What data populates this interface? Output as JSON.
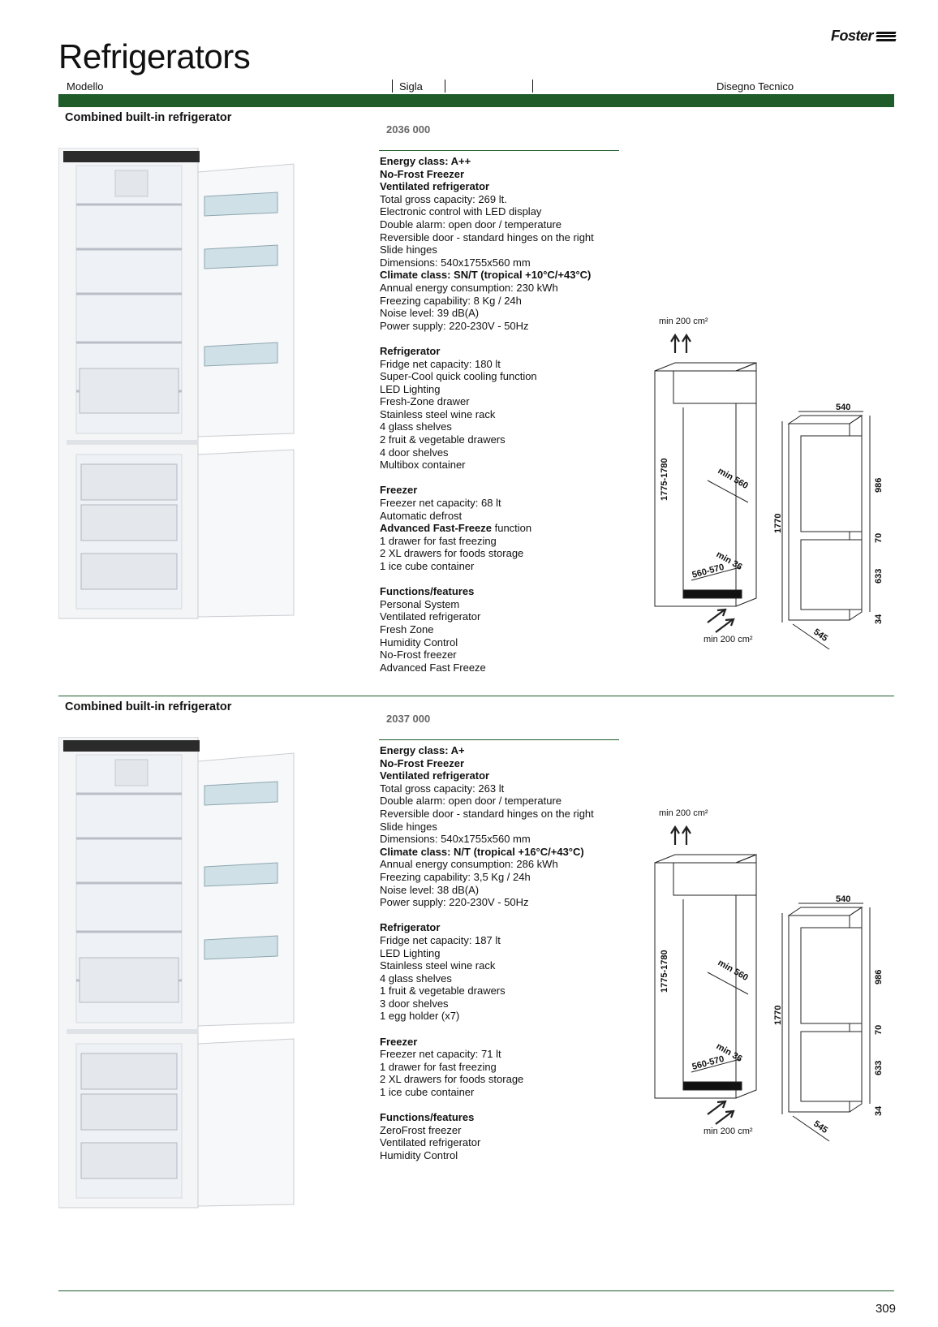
{
  "header": {
    "brand": "Foster",
    "title": "Refrigerators",
    "columns": {
      "modello": "Modello",
      "sigla": "Sigla",
      "disegno": "Disegno Tecnico"
    }
  },
  "products": [
    {
      "title": "Combined built-in refrigerator",
      "code": "2036 000",
      "specs": [
        {
          "text": "Energy class: A++",
          "bold": true
        },
        {
          "text": "No-Frost Freezer",
          "bold": true
        },
        {
          "text": "Ventilated refrigerator",
          "bold": true
        },
        {
          "text": "Total gross capacity: 269 lt."
        },
        {
          "text": "Electronic control with LED display"
        },
        {
          "text": "Double alarm: open door / temperature"
        },
        {
          "text": "Reversible door - standard hinges on the right"
        },
        {
          "text": "Slide hinges"
        },
        {
          "text": "Dimensions: 540x1755x560 mm"
        },
        {
          "text": "Climate class: SN/T (tropical +10°C/+43°C)",
          "bold": true
        },
        {
          "text": "Annual energy consumption: 230 kWh"
        },
        {
          "text": "Freezing capability: 8 Kg / 24h"
        },
        {
          "text": "Noise level: 39 dB(A)"
        },
        {
          "text": "Power supply: 220-230V - 50Hz"
        },
        {
          "text": ""
        },
        {
          "text": "Refrigerator",
          "bold": true
        },
        {
          "text": "Fridge net capacity: 180 lt"
        },
        {
          "text": "Super-Cool quick cooling function"
        },
        {
          "text": "LED Lighting"
        },
        {
          "text": "Fresh-Zone drawer"
        },
        {
          "text": "Stainless steel wine rack"
        },
        {
          "text": "4 glass shelves"
        },
        {
          "text": "2 fruit & vegetable drawers"
        },
        {
          "text": "4 door shelves"
        },
        {
          "text": "Multibox container"
        },
        {
          "text": ""
        },
        {
          "text": "Freezer",
          "bold": true
        },
        {
          "text": "Freezer net capacity: 68 lt"
        },
        {
          "text": "Automatic defrost"
        },
        {
          "parts": [
            {
              "text": "Advanced Fast-Freeze",
              "bold": true
            },
            {
              "text": " function"
            }
          ]
        },
        {
          "text": "1 drawer for fast freezing"
        },
        {
          "text": "2 XL drawers for foods storage"
        },
        {
          "text": "1 ice cube container"
        },
        {
          "text": ""
        },
        {
          "text": "Functions/features",
          "bold": true
        },
        {
          "text": "Personal System"
        },
        {
          "text": "Ventilated refrigerator"
        },
        {
          "text": "Fresh Zone"
        },
        {
          "text": "Humidity Control"
        },
        {
          "text": "No-Frost freezer"
        },
        {
          "text": "Advanced Fast Freeze"
        }
      ],
      "diagram": {
        "air_top": "min 200 cm²",
        "air_bottom": "min 200 cm²",
        "niche_height": "1775-1780",
        "niche_depth": "min 560",
        "gap": "min 36",
        "niche_width": "560-570",
        "unit_width": "540",
        "unit_height": "1770",
        "upper_door": "986",
        "mid_gap": "70",
        "lower_door": "633",
        "base": "34",
        "unit_depth": "545"
      }
    },
    {
      "title": "Combined built-in refrigerator",
      "code": "2037 000",
      "specs": [
        {
          "text": "Energy class: A+",
          "bold": true
        },
        {
          "text": "No-Frost Freezer",
          "bold": true
        },
        {
          "text": "Ventilated refrigerator",
          "bold": true
        },
        {
          "text": "Total gross capacity: 263 lt"
        },
        {
          "text": "Double alarm: open door / temperature"
        },
        {
          "text": "Reversible door - standard hinges on the right"
        },
        {
          "text": "Slide hinges"
        },
        {
          "text": "Dimensions: 540x1755x560 mm"
        },
        {
          "text": "Climate class: N/T (tropical +16°C/+43°C)",
          "bold": true
        },
        {
          "text": "Annual energy consumption: 286 kWh"
        },
        {
          "text": "Freezing capability: 3,5 Kg / 24h"
        },
        {
          "text": "Noise level: 38 dB(A)"
        },
        {
          "text": "Power supply: 220-230V - 50Hz"
        },
        {
          "text": ""
        },
        {
          "text": "Refrigerator",
          "bold": true
        },
        {
          "text": "Fridge net capacity: 187 lt"
        },
        {
          "text": "LED Lighting"
        },
        {
          "text": "Stainless steel wine rack"
        },
        {
          "text": "4 glass shelves"
        },
        {
          "text": "1 fruit & vegetable drawers"
        },
        {
          "text": "3 door shelves"
        },
        {
          "text": "1 egg holder (x7)"
        },
        {
          "text": ""
        },
        {
          "text": "Freezer",
          "bold": true
        },
        {
          "text": "Freezer net capacity: 71 lt"
        },
        {
          "text": "1 drawer for fast freezing"
        },
        {
          "text": "2 XL drawers for foods storage"
        },
        {
          "text": "1 ice cube container"
        },
        {
          "text": ""
        },
        {
          "text": "Functions/features",
          "bold": true
        },
        {
          "text": "ZeroFrost freezer"
        },
        {
          "text": "Ventilated refrigerator"
        },
        {
          "text": "Humidity Control"
        }
      ],
      "diagram": {
        "air_top": "min 200 cm²",
        "air_bottom": "min 200 cm²",
        "niche_height": "1775-1780",
        "niche_depth": "min 560",
        "gap": "min 36",
        "niche_width": "560-570",
        "unit_width": "540",
        "unit_height": "1770",
        "upper_door": "986",
        "mid_gap": "70",
        "lower_door": "633",
        "base": "34",
        "unit_depth": "545"
      }
    }
  ],
  "page_number": "309"
}
